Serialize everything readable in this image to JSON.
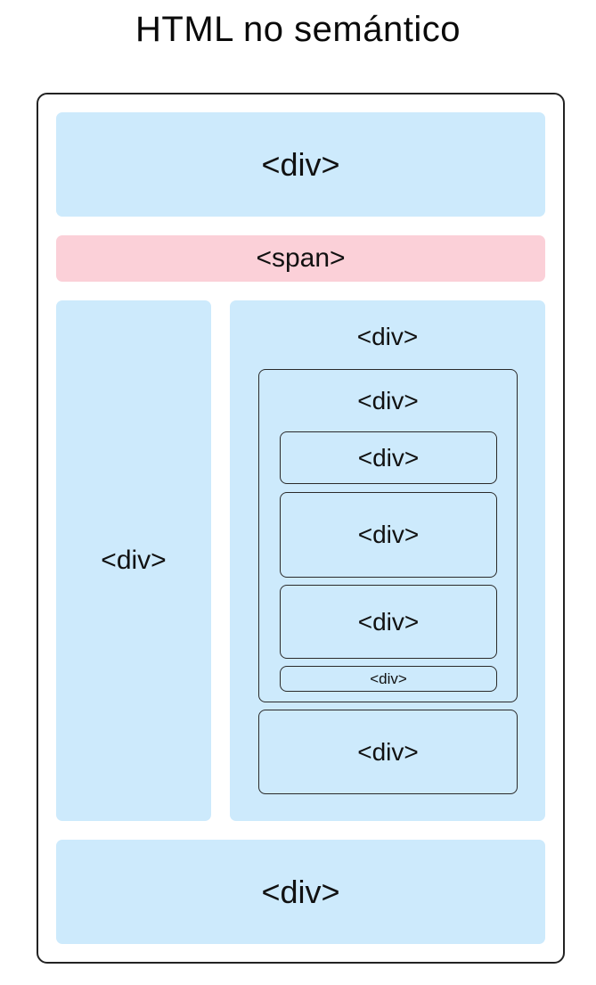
{
  "title": "HTML no semántico",
  "colors": {
    "div_fill": "#cdeafc",
    "span_fill": "#fbd0d8",
    "outline": "#2a2a2a"
  },
  "blocks": {
    "header_div": "<div>",
    "span": "<span>",
    "sidebar_div": "<div>",
    "main_div": "<div>",
    "inner_div": "<div>",
    "inner_child_1": "<div>",
    "inner_child_2": "<div>",
    "inner_child_3": "<div>",
    "inner_child_4": "<div>",
    "main_bottom_div": "<div>",
    "footer_div": "<div>"
  }
}
